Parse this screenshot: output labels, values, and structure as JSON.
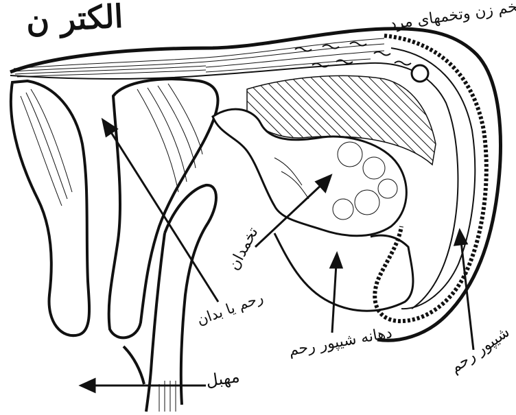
{
  "title": "الکتر ن",
  "labels": {
    "ovary_top": "تخم زن وتخمهای مرد",
    "ovary_mid": "تخمدان",
    "fimbria": "دهانه شیپور رحم",
    "fallopian": "شیپور رحم",
    "broad_ligament": "رحم یا بدان",
    "vagina": "مهبل"
  },
  "colors": {
    "ink": "#111111",
    "paper": "#ffffff"
  }
}
